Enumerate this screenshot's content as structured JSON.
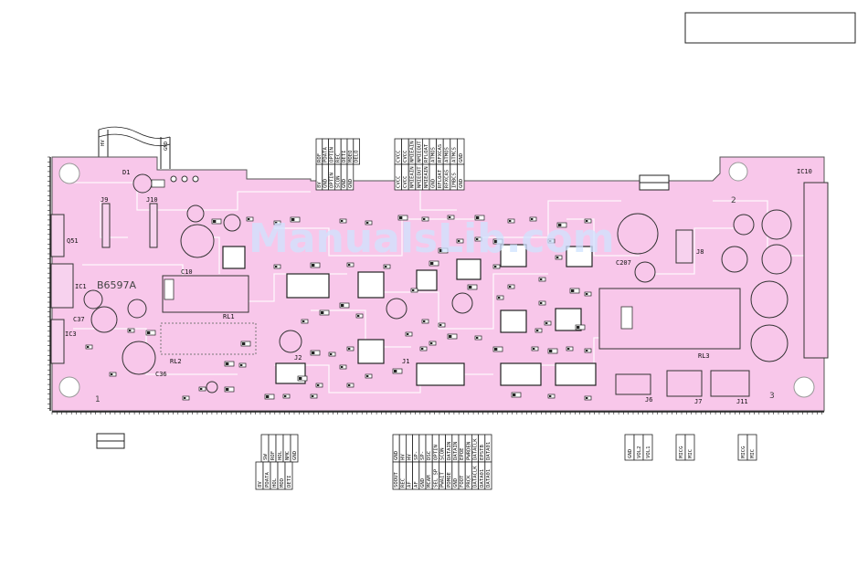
{
  "watermark": "ManualsLib.com",
  "board": {
    "ref_labels": {
      "d1": "D1",
      "j9": "J9",
      "j10": "J10",
      "q51": "Q51",
      "b6597a": "B6597A",
      "c10": "C10",
      "ic1": "IC1",
      "c37": "C37",
      "ic3": "IC3",
      "rl1": "RL1",
      "rl2": "RL2",
      "c36": "C36",
      "j2": "J2",
      "j1": "J1",
      "ic10": "IC10",
      "c207": "C207",
      "j8": "J8",
      "rl3": "RL3",
      "j6": "J6",
      "j7": "J7",
      "j11": "J11",
      "num1": "1",
      "num2": "2",
      "num3": "3",
      "hv": "HV",
      "gnd": "GND"
    }
  },
  "connectors": {
    "top_left": {
      "left_col": [
        "8V",
        "GND",
        "OPTIN",
        "SCON",
        "GND",
        "GND"
      ],
      "right_col": [
        "ROF",
        "PDATA",
        "OPTIN",
        "REC",
        "DETI",
        "MOEO",
        "DELO"
      ]
    },
    "top_mid": {
      "left_col": [
        "CVCC",
        "CVCC",
        "NMIEAIN",
        "NMIEOUT",
        "NMIEAIN",
        "GND",
        "RFLOAT",
        "RFXCAS",
        "IMBCS",
        "GND"
      ],
      "right_col": [
        "CVCC",
        "CVCC",
        "NMIEAIN",
        "NMIEOUT",
        "RFLOAT",
        "ATMOS",
        "RFXCAS",
        "ATMOS",
        "ATMCS",
        "GND"
      ]
    },
    "bottom_1": {
      "top_col": [
        "SW",
        "ROF",
        "HOL",
        "NMC",
        "GND"
      ],
      "bottom_col": [
        "8V",
        "PDATA",
        "HOL",
        "MOD",
        "DETI"
      ]
    },
    "bottom_2": {
      "top_col": [
        "GND",
        "HV",
        "HV",
        "SP-",
        "SP-",
        "DSC",
        "OPTIN",
        "SCON",
        "DATAIN",
        "DATAIN",
        "EPOE",
        "PWRDEN",
        "DATACLK",
        "EPSTB",
        "DATA01"
      ],
      "bottom_col": [
        "SOOUT",
        "REC",
        "AF",
        "AF",
        "GND",
        "MCAM",
        "SEL SP",
        "PWAIT",
        "PDMOE",
        "GND",
        "FOOT",
        "PRCK",
        "DATACLK",
        "DATA01",
        "DATA01"
      ]
    },
    "bottom_3": {
      "col_a": [
        "GND",
        "VOL2"
      ],
      "col_b": [
        "VOL1",
        ""
      ]
    },
    "bottom_4": {
      "col": [
        "MICG",
        "MIC"
      ]
    },
    "bottom_5": {
      "col": [
        "MICG",
        "MIC"
      ]
    }
  },
  "colors": {
    "board": "#f8c7ea",
    "outline": "#222222",
    "watermark": "#cfe3ff"
  }
}
